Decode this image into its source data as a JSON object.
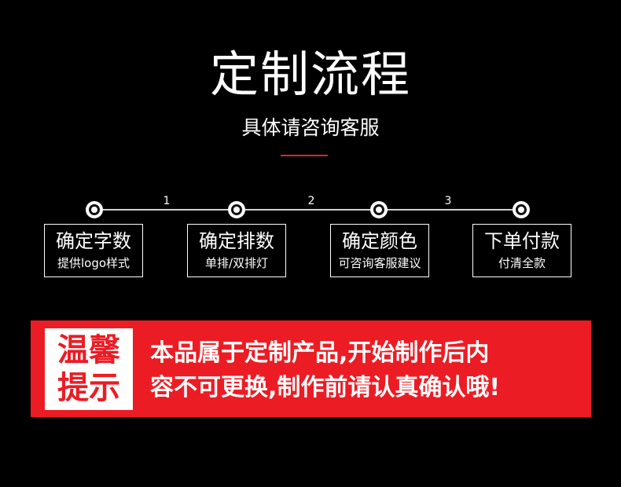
{
  "header": {
    "title": "定制流程",
    "subtitle": "具体请咨询客服"
  },
  "colors": {
    "background": "#000000",
    "accent": "#ec1c24",
    "text": "#ffffff"
  },
  "flow": {
    "connectors": [
      "1",
      "2",
      "3"
    ],
    "steps": [
      {
        "title": "确定字数",
        "desc": "提供logo样式"
      },
      {
        "title": "确定排数",
        "desc": "单排/双排灯"
      },
      {
        "title": "确定颜色",
        "desc": "可咨询客服建议"
      },
      {
        "title": "下单付款",
        "desc": "付清全款"
      }
    ]
  },
  "notice": {
    "label_line1": "温馨",
    "label_line2": "提示",
    "text_line1": "本品属于定制产品,开始制作后内",
    "text_line2": "容不可更换,制作前请认真确认哦!"
  }
}
